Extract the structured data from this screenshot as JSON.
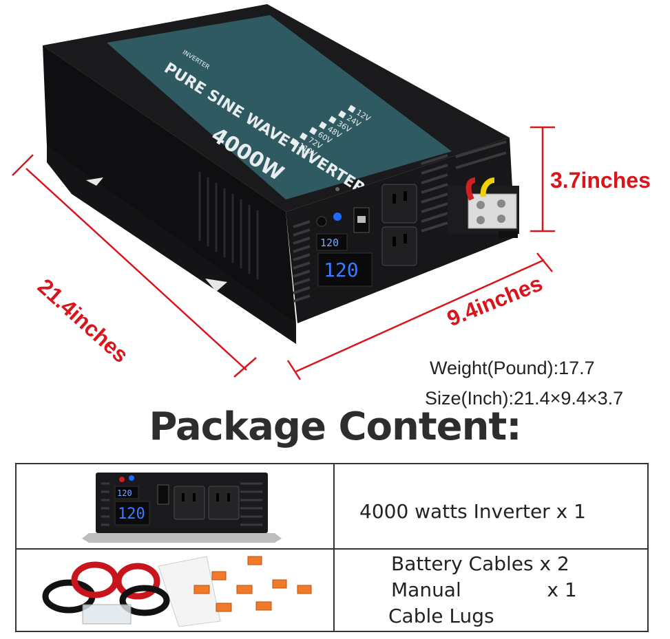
{
  "product": {
    "panel_title": "PURE SINE WAVE INVERTER",
    "power": "4000W",
    "brand": "INVERTER",
    "voltage_options": [
      "12V",
      "24V",
      "36V",
      "48V",
      "60V",
      "72V",
      "110V"
    ],
    "display_small": "120",
    "display_large": "120"
  },
  "dimensions": {
    "length": "21.4inches",
    "width": "9.4inches",
    "height": "3.7inches"
  },
  "specs": {
    "weight": "Weight(Pound):17.7",
    "size": "Size(Inch):21.4×9.4×3.7"
  },
  "package": {
    "title": "Package Content:",
    "rows": [
      {
        "lines": [
          "4000 watts Inverter x 1"
        ]
      },
      {
        "lines": [
          "Battery Cables x 2",
          "Manual              x 1",
          "Cable Lugs"
        ]
      }
    ]
  },
  "colors": {
    "dimension_red": "#d9141b",
    "inverter_black": "#1b1b1d",
    "panel_teal": "#2f5a62",
    "display_blue": "#3a7bff",
    "cable_red": "#c8141c",
    "fuse_orange": "#f07a2a"
  }
}
